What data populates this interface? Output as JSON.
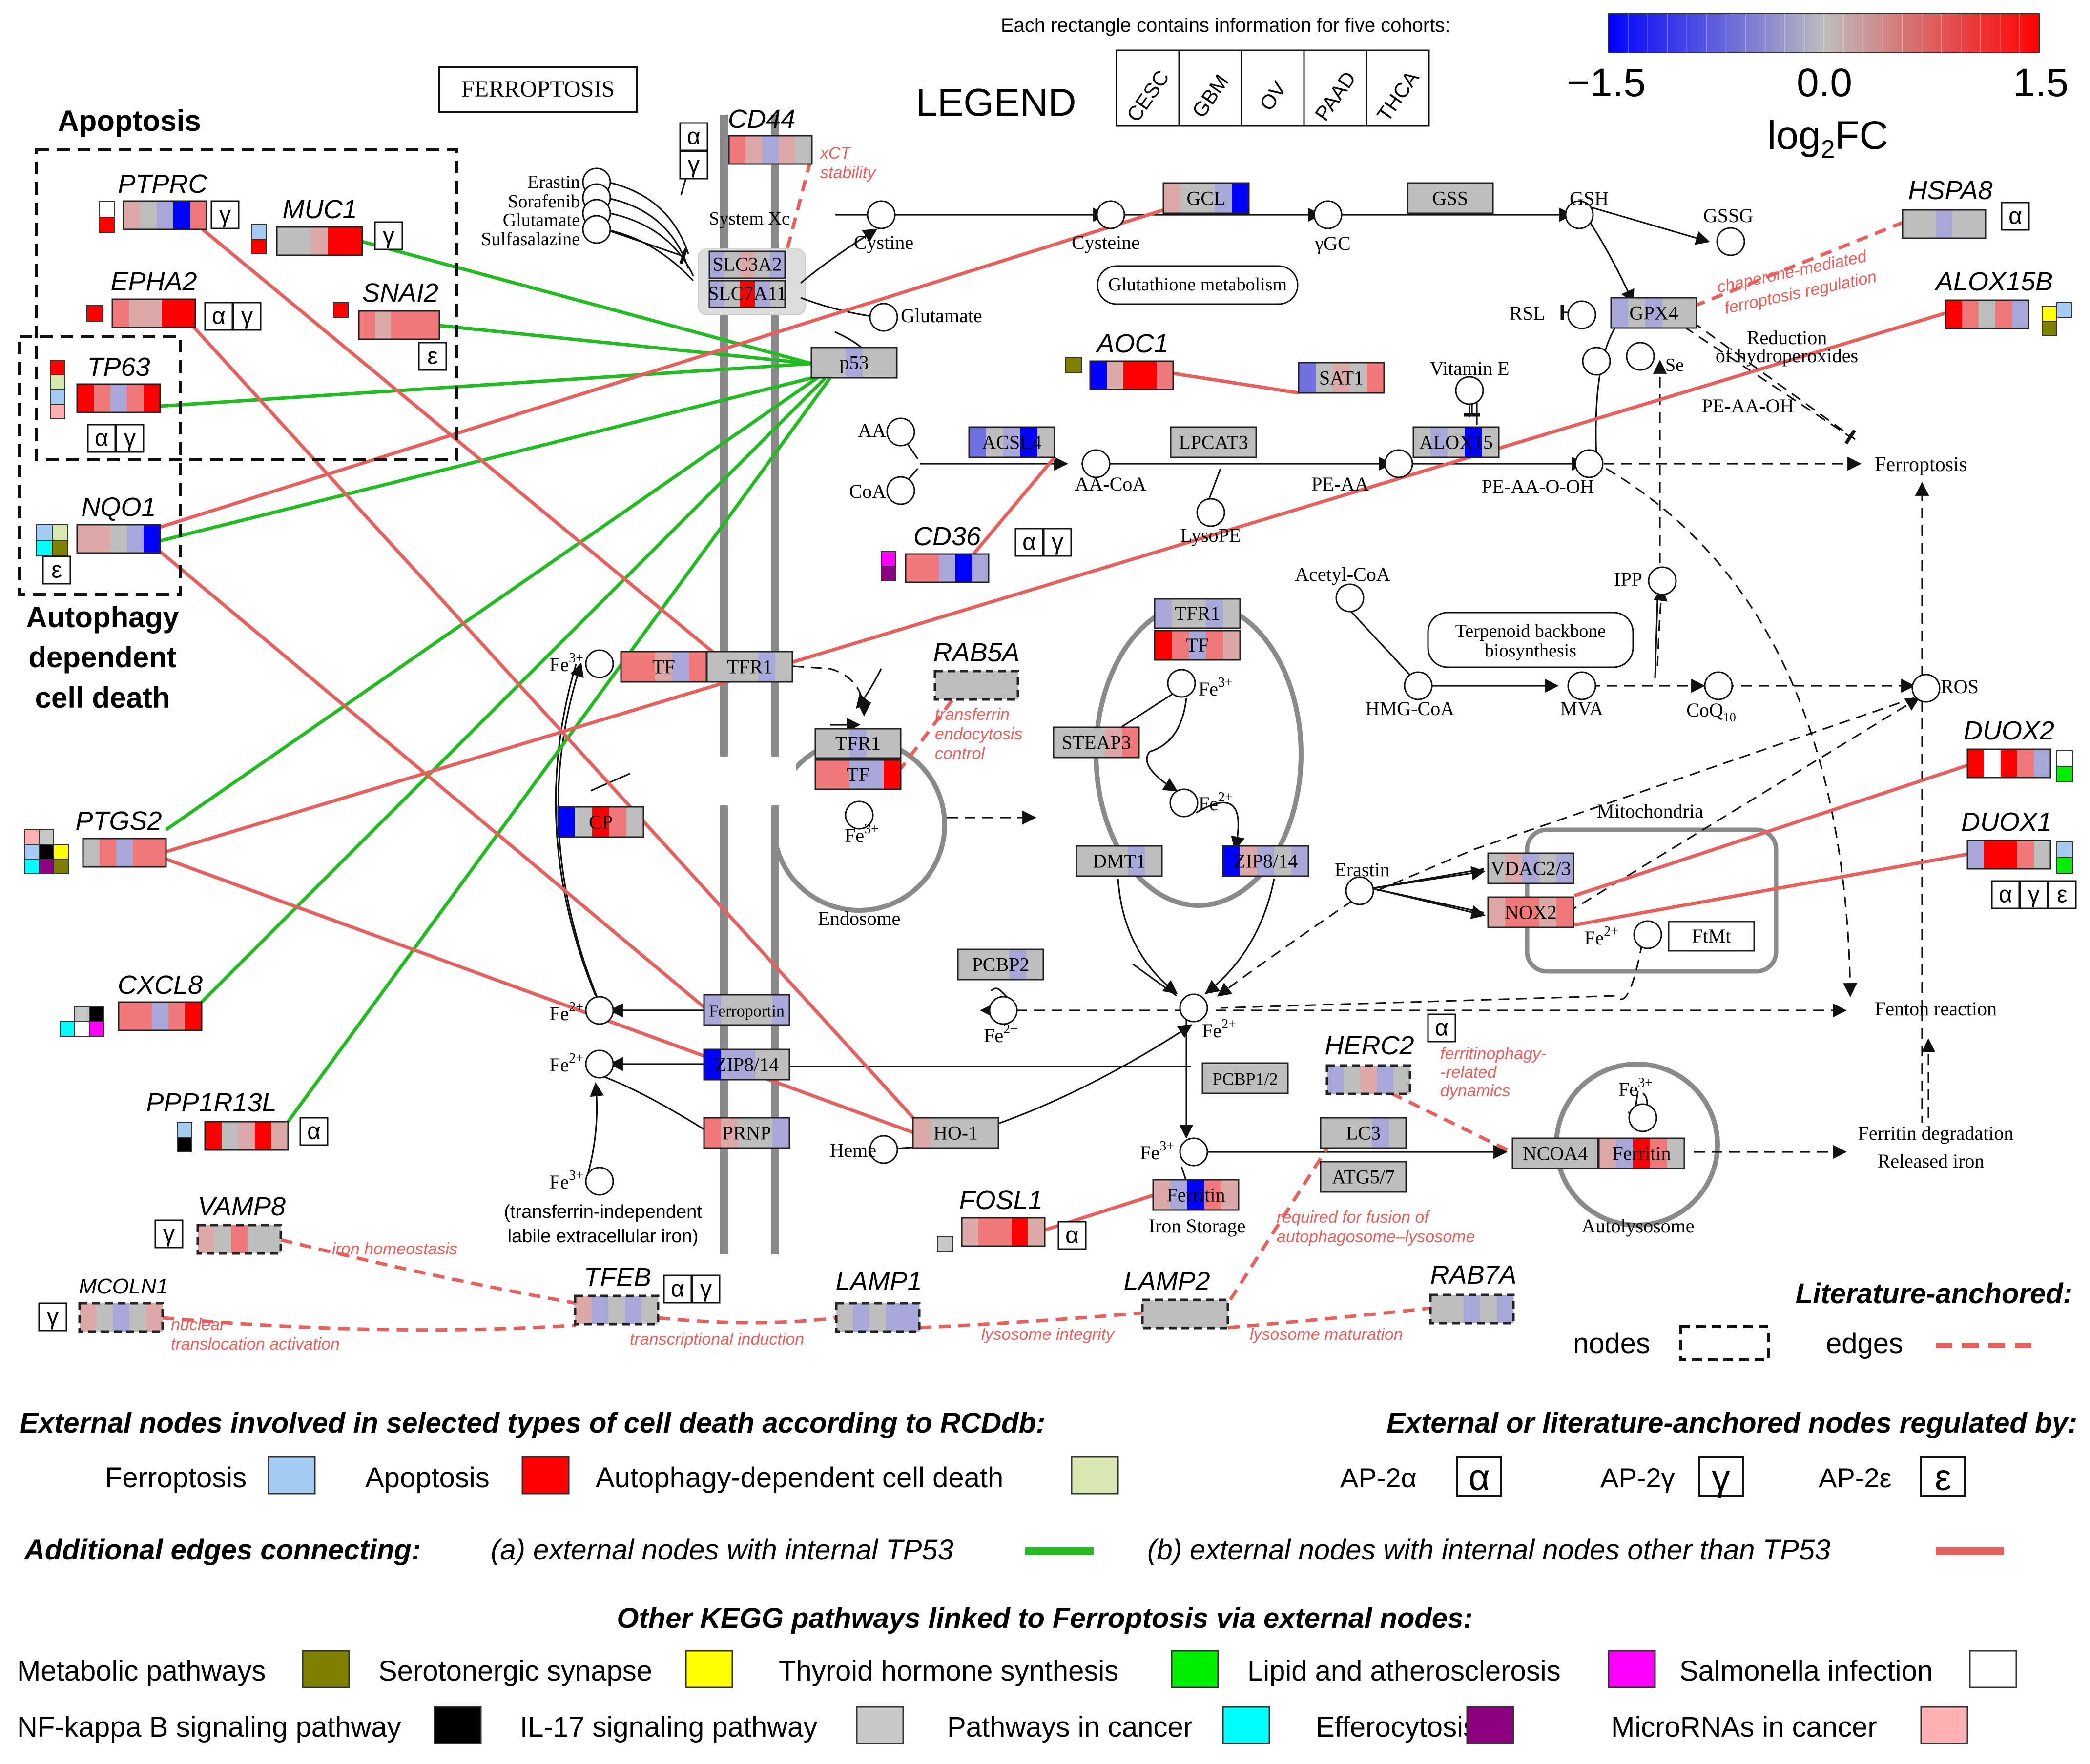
{
  "title_box": "FERROPTOSIS",
  "legend": {
    "heading": "Each rectangle contains information for five cohorts:",
    "title": "LEGEND",
    "cohorts": [
      "CESC",
      "GBM",
      "OV",
      "PAAD",
      "THCA"
    ],
    "scale_min": "−1.5",
    "scale_mid": "0.0",
    "scale_max": "1.5",
    "scale_label_main": "log",
    "scale_label_sub": "2",
    "scale_label_tail": "FC",
    "colors": {
      "low": "#0000ff",
      "mid": "#bdbdbd",
      "high": "#ff0000"
    }
  },
  "groups": {
    "apoptosis": "Apoptosis",
    "autophagy": [
      "Autophagy",
      "dependent",
      "cell death"
    ]
  },
  "internal_nodes": {
    "system_xc": "System Xc",
    "slc3a2": "SLC3A2",
    "slc7a11": "SLC7A11",
    "p53": "p53",
    "gcl": "GCL",
    "gss": "GSS",
    "gpx4": "GPX4",
    "acsl4": "ACSL4",
    "lpcat3": "LPCAT3",
    "sat1": "SAT1",
    "alox15": "ALOX15",
    "tf": "TF",
    "tfr1": "TFR1",
    "tfr1_endo": "TFR1",
    "tf_endo": "TF",
    "cp": "CP",
    "tfr1_right": "TFR1",
    "tf_right": "TF",
    "steap3": "STEAP3",
    "dmt1": "DMT1",
    "zip814_right": "ZIP8/14",
    "pcbp2": "PCBP2",
    "ferroportin": "Ferroportin",
    "zip814_left": "ZIP8/14",
    "prnp": "PRNP",
    "ho1": "HO-1",
    "pcbp12": "PCBP1/2",
    "lc3": "LC3",
    "atg57": "ATG5/7",
    "ferritin_storage": "Ferritin",
    "ncoa4": "NCOA4",
    "ferritin_auto": "Ferritin",
    "vdac23": "VDAC2/3",
    "nox2": "NOX2",
    "ftmt": "FtMt"
  },
  "metabolites": {
    "erastin": "Erastin",
    "sorafenib": "Sorafenib",
    "glutamate_l": "Glutamate",
    "sulfasalazine": "Sulfasalazine",
    "cystine": "Cystine",
    "glutamate_r": "Glutamate",
    "cysteine": "Cysteine",
    "ygc": "γGC",
    "gsh": "GSH",
    "gssg": "GSSG",
    "glut_metab": "Glutathione metabolism",
    "rsl": "RSL",
    "se": "Se",
    "vitamin_e": "Vitamin E",
    "reduction_1": "Reduction",
    "reduction_2": "of hydroperoxides",
    "pe_aa_oh": "PE-AA-OH",
    "aa": "AA",
    "coa": "CoA",
    "aa_coa": "AA-CoA",
    "lysope": "LysoPE",
    "pe_aa": "PE-AA",
    "pe_aa_o_oh": "PE-AA-O-OH",
    "ferroptosis": "Ferroptosis",
    "acetyl_coa": "Acetyl-CoA",
    "terpenoid_1": "Terpenoid backbone",
    "terpenoid_2": "biosynthesis",
    "ipp": "IPP",
    "hmg_coa": "HMG-CoA",
    "mva": "MVA",
    "coq10": "CoQ",
    "ros": "ROS",
    "fe3_left": "Fe",
    "endosome": "Endosome",
    "fe3_endo": "Fe",
    "fe3_right": "Fe",
    "fe2_right": "Fe",
    "mitochondria": "Mitochondria",
    "erastin_mid": "Erastin",
    "fenton": "Fenton reaction",
    "fe2_a": "Fe",
    "fe2_b": "Fe",
    "fe2_pcbp2": "Fe",
    "fe2_center": "Fe",
    "fe2_mito": "Fe",
    "heme": "Heme",
    "fe3_lower": "Fe",
    "fe3_storage": "Fe",
    "iron_storage": "Iron Storage",
    "transferrin_indep_1": "(transferrin-independent",
    "transferrin_indep_2": "labile extracellular iron)",
    "autolysosome": "Autolysosome",
    "fe3_auto": "Fe",
    "ferritin_degr": "Ferritin degradation",
    "released_iron": "Released iron"
  },
  "external_nodes": {
    "ptprc": "PTPRC",
    "muc1": "MUC1",
    "epha2": "EPHA2",
    "snai2": "SNAI2",
    "tp63": "TP63",
    "nqo1": "NQO1",
    "ptgs2": "PTGS2",
    "cxcl8": "CXCL8",
    "ppp1r13l": "PPP1R13L",
    "cd44": "CD44",
    "aoc1": "AOC1",
    "cd36": "CD36",
    "hspa8": "HSPA8",
    "alox15b": "ALOX15B",
    "duox2": "DUOX2",
    "duox1": "DUOX1",
    "fosl1": "FOSL1"
  },
  "literature_nodes": {
    "rab5a": "RAB5A",
    "herc2": "HERC2",
    "vamp8": "VAMP8",
    "mcoln1": "MCOLN1",
    "tfeb": "TFEB",
    "lamp1": "LAMP1",
    "lamp2": "LAMP2",
    "rab7a": "RAB7A"
  },
  "regulators": {
    "alpha": "α",
    "gamma": "γ",
    "epsilon": "ε"
  },
  "annotations": {
    "xct_1": "xCT",
    "xct_2": "stability",
    "chaperone_1": "chaperone-mediated",
    "chaperone_2": "ferroptosis regulation",
    "transferrin_1": "transferrin",
    "transferrin_2": "endocytosis",
    "transferrin_3": "control",
    "ferritin_1": "ferritinophagy-",
    "ferritin_2": "-related",
    "ferritin_3": "dynamics",
    "fusion_1": "required for fusion of",
    "fusion_2": "autophagosome–lysosome",
    "iron_homeo": "iron homeostasis",
    "nuclear_1": "nuclear",
    "nuclear_2": "translocation activation",
    "transcriptional": "transcriptional induction",
    "lys_integrity": "lysosome integrity",
    "lys_maturation": "lysosome maturation"
  },
  "literature_legend": {
    "title": "Literature-anchored:",
    "nodes": "nodes",
    "edges": "edges"
  },
  "rcddb": {
    "title": "External nodes involved in selected types of cell death according to RCDdb:",
    "items": [
      {
        "label": "Ferroptosis",
        "color": "#a4ccf5"
      },
      {
        "label": "Apoptosis",
        "color": "#ff0000"
      },
      {
        "label": "Autophagy-dependent cell death",
        "color": "#d8e8b0"
      }
    ]
  },
  "regulated": {
    "title": "External or literature-anchored nodes regulated by:",
    "items": [
      {
        "label": "AP-2α",
        "symbol": "α"
      },
      {
        "label": "AP-2γ",
        "symbol": "γ"
      },
      {
        "label": "AP-2ε",
        "symbol": "ε"
      }
    ]
  },
  "edges_legend": {
    "title": "Additional edges connecting:",
    "a": "(a) external nodes with internal TP53",
    "b": "(b) external nodes with internal nodes other than TP53",
    "green": "#22bb22",
    "red": "#e8605e"
  },
  "kegg": {
    "title": "Other KEGG pathways linked to Ferroptosis via external nodes:",
    "row1": [
      {
        "label": "Metabolic pathways",
        "color": "#808000"
      },
      {
        "label": "Serotonergic synapse",
        "color": "#ffff00"
      },
      {
        "label": "Thyroid hormone synthesis",
        "color": "#00ee00"
      },
      {
        "label": "Lipid and atherosclerosis",
        "color": "#ff00ff"
      },
      {
        "label": "Salmonella infection",
        "color": "#ffffff"
      }
    ],
    "row2": [
      {
        "label": "NF-kappa B signaling pathway",
        "color": "#000000"
      },
      {
        "label": "IL-17 signaling pathway",
        "color": "#c8c8c8"
      },
      {
        "label": "Pathways in cancer",
        "color": "#00ffff"
      },
      {
        "label": "Efferocytosis",
        "color": "#8b0080"
      },
      {
        "label": "MicroRNAs in cancer",
        "color": "#ffb0b0"
      }
    ]
  }
}
